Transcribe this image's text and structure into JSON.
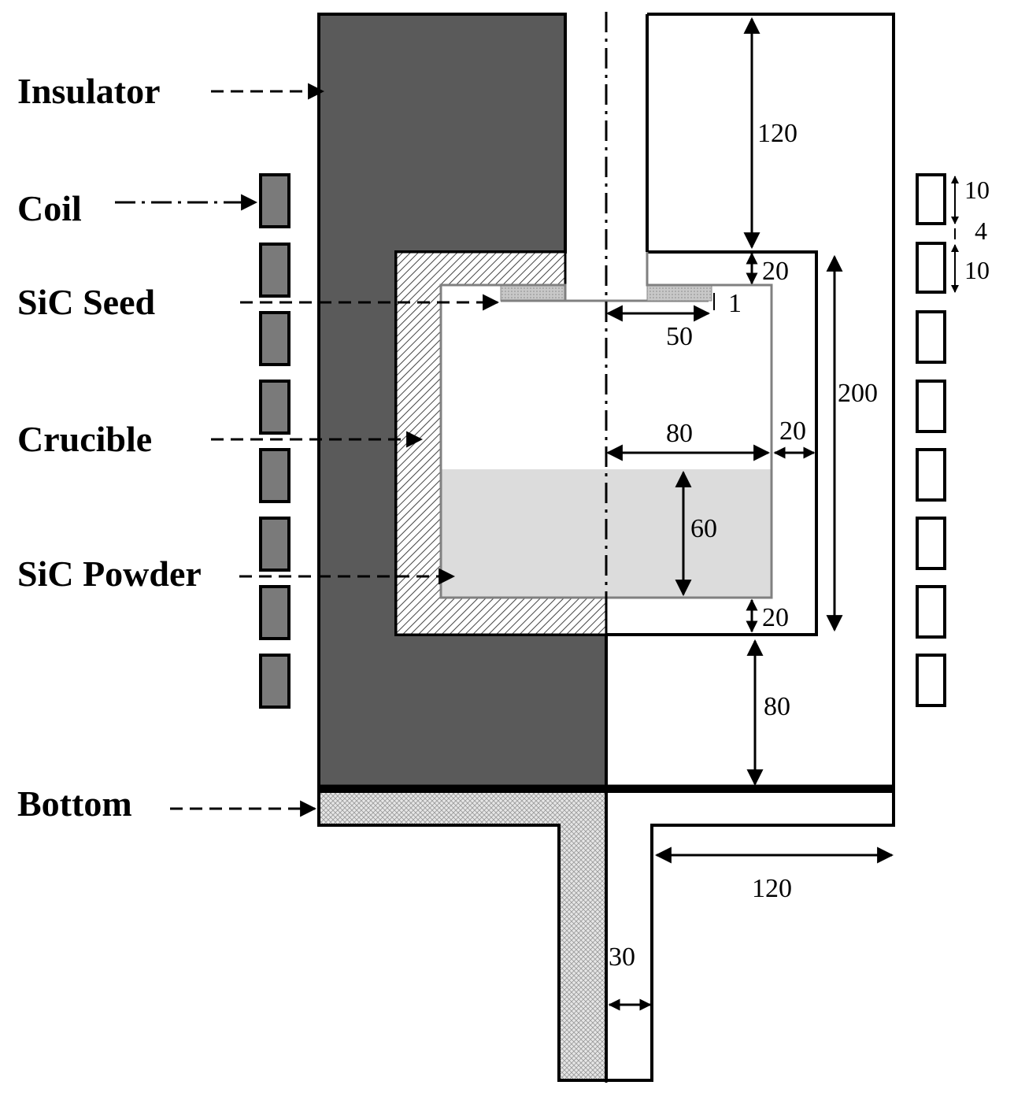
{
  "labels": {
    "insulator": "Insulator",
    "coil": "Coil",
    "sic_seed": "SiC Seed",
    "crucible": "Crucible",
    "sic_powder": "SiC Powder",
    "bottom": "Bottom"
  },
  "dimensions": {
    "top_insulator_height": "120",
    "coil_height_top": "10",
    "coil_gap": "4",
    "coil_height_second": "10",
    "crucible_top_wall": "20",
    "seed_thickness": "1",
    "seed_radius": "50",
    "crucible_height": "200",
    "crucible_inner_radius": "80",
    "crucible_side_wall": "20",
    "powder_height": "60",
    "crucible_bottom_wall": "20",
    "bottom_insulator_height": "80",
    "bottom_plate_width": "120",
    "stem_width": "30"
  },
  "colors": {
    "insulator": "#5a5a5a",
    "coil": "#7a7a7a",
    "powder": "#dcdcdc",
    "seed": "#b8b8b8",
    "outline": "#000000"
  }
}
